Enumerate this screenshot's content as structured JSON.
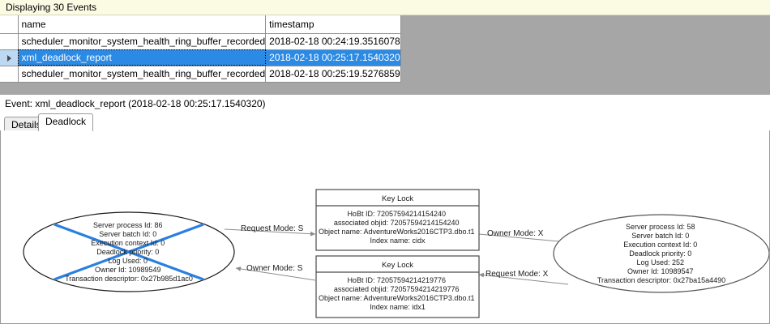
{
  "banner": {
    "text": "Displaying 30 Events"
  },
  "grid": {
    "columns": [
      "",
      "name",
      "timestamp"
    ],
    "rows": [
      {
        "selected": false,
        "indicator": "",
        "name": "scheduler_monitor_system_health_ring_buffer_recorded",
        "timestamp": "2018-02-18 00:24:19.3516078"
      },
      {
        "selected": true,
        "indicator": "row-selector-arrow-icon",
        "name": "xml_deadlock_report",
        "timestamp": "2018-02-18 00:25:17.1540320"
      },
      {
        "selected": false,
        "indicator": "",
        "name": "scheduler_monitor_system_health_ring_buffer_recorded",
        "timestamp": "2018-02-18 00:25:19.5276859"
      }
    ]
  },
  "event_caption": {
    "text": "Event: xml_deadlock_report (2018-02-18 00:25:17.1540320)"
  },
  "tabs": [
    {
      "label": "Details",
      "active": false
    },
    {
      "label": "Deadlock",
      "active": true
    }
  ],
  "colors": {
    "banner_bg": "#fbfbe4",
    "grid_empty_bg": "#a6a6a6",
    "selection_blue": "#2a8ae4",
    "victim_cross": "#2a7fe0",
    "node_outline": "#1a1a1a",
    "edge_gray": "#8c8c8c"
  },
  "deadlock_graph": {
    "processes": [
      {
        "id": "process-left",
        "victim": true,
        "lines": [
          "Server process Id: 86",
          "Server batch Id: 0",
          "Execution context Id: 0",
          "Deadlock priority: 0",
          "Log Used: 0",
          "Owner Id: 10989549",
          "Transaction descriptor: 0x27b985d1ac0"
        ]
      },
      {
        "id": "process-right",
        "victim": false,
        "lines": [
          "Server process Id: 58",
          "Server batch Id: 0",
          "Execution context Id: 0",
          "Deadlock priority: 0",
          "Log Used: 252",
          "Owner Id: 10989547",
          "Transaction descriptor: 0x27ba15a4490"
        ]
      }
    ],
    "resources": [
      {
        "id": "resource-top",
        "title": "Key Lock",
        "lines": [
          "HoBt ID: 72057594214154240",
          "associated objid: 72057594214154240",
          "Object name: AdventureWorks2016CTP3.dbo.t1",
          "Index name: cidx"
        ]
      },
      {
        "id": "resource-bottom",
        "title": "Key Lock",
        "lines": [
          "HoBt ID: 72057594214219776",
          "associated objid: 72057594214219776",
          "Object name: AdventureWorks2016CTP3.dbo.t1",
          "Index name: idx1"
        ]
      }
    ],
    "edges": [
      {
        "id": "edge-left-request-top",
        "label": "Request Mode: S",
        "from": "process-left",
        "to": "resource-top",
        "direction": "right"
      },
      {
        "id": "edge-top-owner-right",
        "label": "Owner Mode: X",
        "from": "resource-top",
        "to": "process-right",
        "direction": "right"
      },
      {
        "id": "edge-bottom-owner-left",
        "label": "Owner Mode: S",
        "from": "resource-bottom",
        "to": "process-left",
        "direction": "left"
      },
      {
        "id": "edge-right-request-bottom",
        "label": "Request Mode: X",
        "from": "process-right",
        "to": "resource-bottom",
        "direction": "left"
      }
    ]
  }
}
